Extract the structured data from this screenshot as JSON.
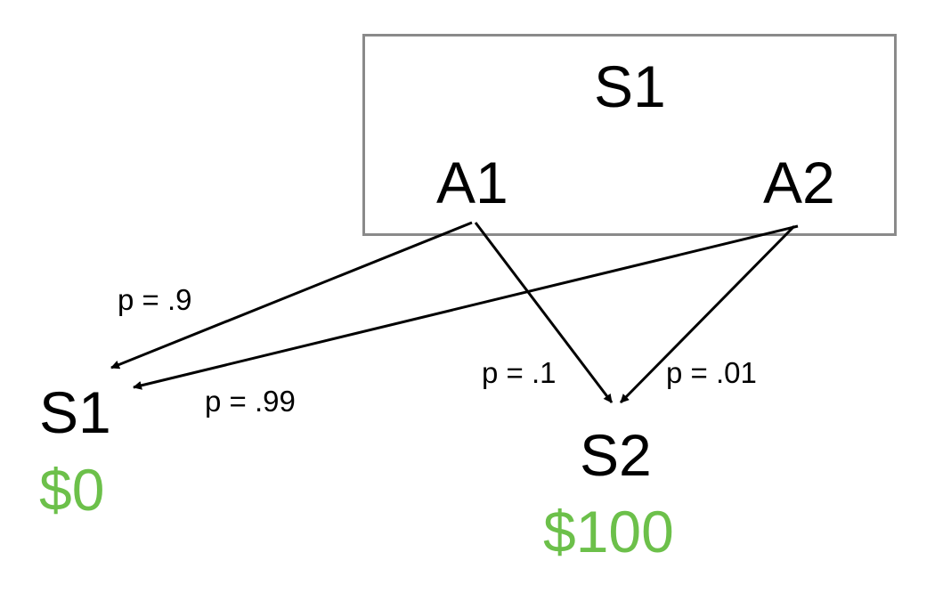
{
  "top_state": {
    "label": "S1",
    "actions": [
      "A1",
      "A2"
    ]
  },
  "outcomes": [
    {
      "state": "S1",
      "reward": "$0"
    },
    {
      "state": "S2",
      "reward": "$100"
    }
  ],
  "probabilities": {
    "a1_to_s1": "p = .9",
    "a2_to_s1": "p = .99",
    "a1_to_s2": "p = .1",
    "a2_to_s2": "p = .01"
  },
  "colors": {
    "box_border": "#8a8a8a",
    "reward": "#6cc04a",
    "arrow": "#000000"
  }
}
